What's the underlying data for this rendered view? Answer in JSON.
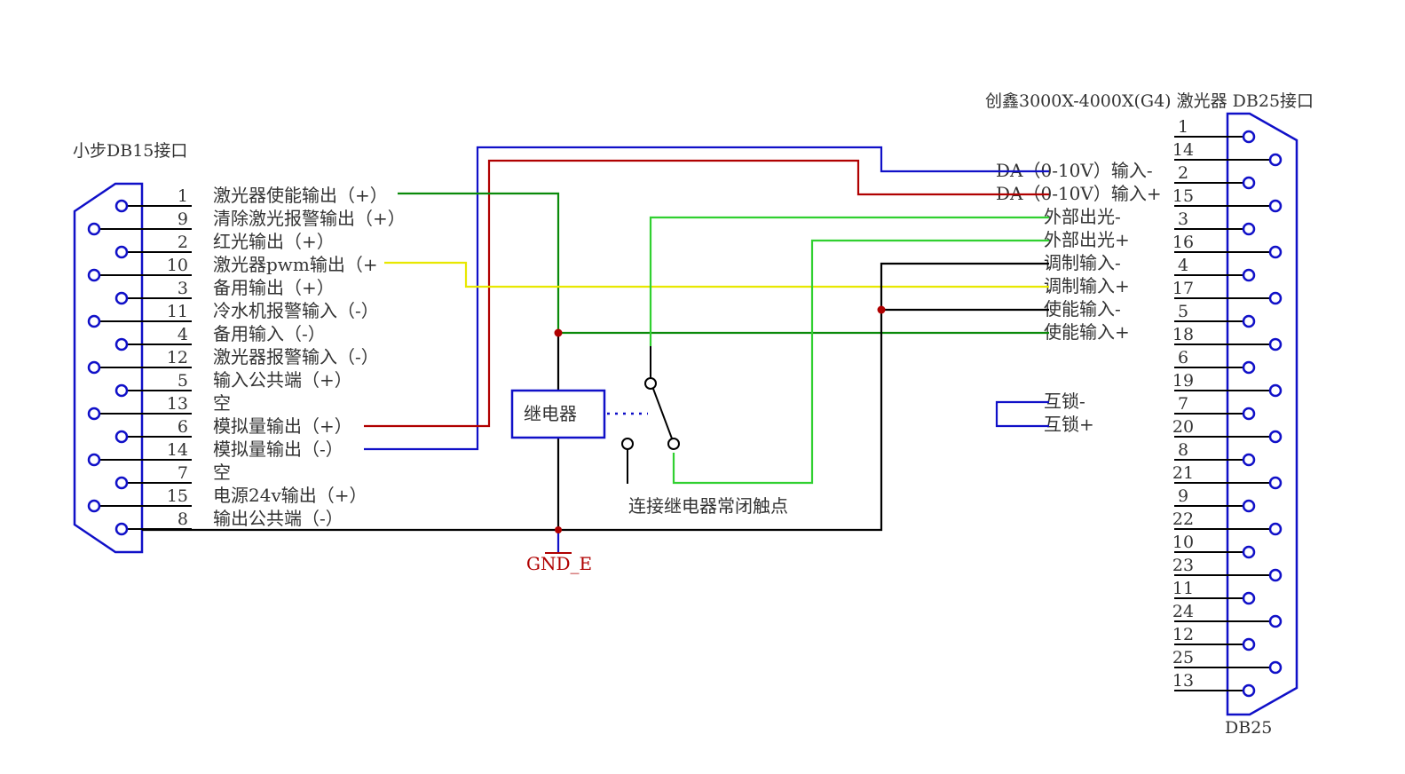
{
  "left_connector": {
    "title": "小步DB15接口",
    "pins": [
      {
        "num": "1",
        "label": "激光器使能输出（+）"
      },
      {
        "num": "9",
        "label": "清除激光报警输出（+）"
      },
      {
        "num": "2",
        "label": "红光输出（+）"
      },
      {
        "num": "10",
        "label": "激光器pwm输出（+"
      },
      {
        "num": "3",
        "label": "备用输出（+）"
      },
      {
        "num": "11",
        "label": "冷水机报警输入（-）"
      },
      {
        "num": "4",
        "label": "备用输入（-）"
      },
      {
        "num": "12",
        "label": "激光器报警输入（-）"
      },
      {
        "num": "5",
        "label": "输入公共端（+）"
      },
      {
        "num": "13",
        "label": "空"
      },
      {
        "num": "6",
        "label": "模拟量输出（+）"
      },
      {
        "num": "14",
        "label": "模拟量输出（-）"
      },
      {
        "num": "7",
        "label": "空"
      },
      {
        "num": "15",
        "label": "电源24v输出（+）"
      },
      {
        "num": "8",
        "label": "输出公共端（-）"
      }
    ]
  },
  "right_connector": {
    "title": "创鑫3000X-4000X(G4) 激光器  DB25接口",
    "bottom_label": "DB25",
    "pins": [
      "1",
      "14",
      "2",
      "15",
      "3",
      "16",
      "4",
      "17",
      "5",
      "18",
      "6",
      "19",
      "7",
      "20",
      "8",
      "21",
      "9",
      "22",
      "10",
      "23",
      "11",
      "24",
      "12",
      "25",
      "13"
    ],
    "signals": [
      {
        "label": "DA（0-10V）输入-"
      },
      {
        "label": "DA（0-10V）输入+"
      },
      {
        "label": "外部出光-"
      },
      {
        "label": "外部出光+"
      },
      {
        "label": "调制输入-"
      },
      {
        "label": "调制输入+"
      },
      {
        "label": "使能输入-"
      },
      {
        "label": "使能输入+"
      },
      {
        "label": "互锁-"
      },
      {
        "label": "互锁+"
      }
    ]
  },
  "relay": {
    "label": "继电器"
  },
  "contact_note": "连接继电器常闭触点",
  "ground_label": "GND_E",
  "colors": {
    "blue": "#1010c8",
    "red": "#b00000",
    "green": "#0a8a0a",
    "light_green": "#30d030",
    "yellow": "#e8e800",
    "black": "#000000",
    "connector": "#1010c8",
    "ground": "#b00000"
  }
}
